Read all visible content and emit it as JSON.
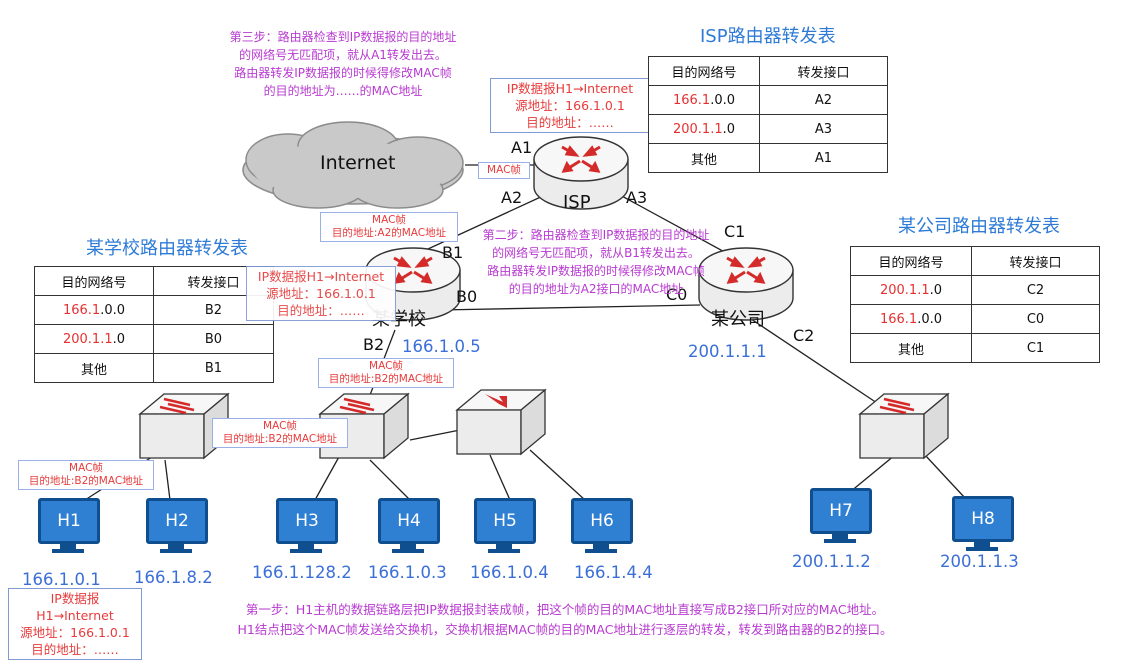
{
  "step3": {
    "line1": "第三步：路由器检查到IP数据报的目的地址",
    "line2": "的网络号无匹配项，就从A1转发出去。",
    "line3": "路由器转发IP数据报的时候得修改MAC帧",
    "line4": "的目的地址为……的MAC地址"
  },
  "step2": {
    "line1": "第二步：路由器检查到IP数据报的目的地址",
    "line2": "的网络号无匹配项，就从B1转发出去。",
    "line3": "路由器转发IP数据报的时候得修改MAC帧",
    "line4": "的目的地址为A2接口的MAC地址"
  },
  "step1": {
    "line1": "第一步：H1主机的数据链路层把IP数据报封装成帧，把这个帧的目的MAC地址直接写成B2接口所对应的MAC地址。",
    "line2": "H1结点把这个MAC帧发送给交换机，交换机根据MAC帧的目的MAC地址进行逐层的转发，转发到路由器的B2的接口。"
  },
  "isp_table": {
    "title": "ISP路由器转发表",
    "headers": [
      "目的网络号",
      "转发接口"
    ],
    "rows": [
      {
        "net_red": "166.1",
        "net_rest": ".0.0",
        "iface": "A2"
      },
      {
        "net_red": "200.1.1",
        "net_rest": ".0",
        "iface": "A3"
      },
      {
        "net_red": "",
        "net_rest": "其他",
        "iface": "A1"
      }
    ]
  },
  "school_table": {
    "title": "某学校路由器转发表",
    "headers": [
      "目的网络号",
      "转发接口"
    ],
    "rows": [
      {
        "net_red": "166.1",
        "net_rest": ".0.0",
        "iface": "B2"
      },
      {
        "net_red": "200.1.1",
        "net_rest": ".0",
        "iface": "B0"
      },
      {
        "net_red": "",
        "net_rest": "其他",
        "iface": "B1"
      }
    ]
  },
  "company_table": {
    "title": "某公司路由器转发表",
    "headers": [
      "目的网络号",
      "转发接口"
    ],
    "rows": [
      {
        "net_red": "200.1.1",
        "net_rest": ".0",
        "iface": "C2"
      },
      {
        "net_red": "166.1",
        "net_rest": ".0.0",
        "iface": "C0"
      },
      {
        "net_red": "",
        "net_rest": "其他",
        "iface": "C1"
      }
    ]
  },
  "internet_label": "Internet",
  "routers": {
    "isp": "ISP",
    "school": "某学校",
    "company": "某公司"
  },
  "ports": {
    "a1": "A1",
    "a2": "A2",
    "a3": "A3",
    "b0": "B0",
    "b1": "B1",
    "b2": "B2",
    "c0": "C0",
    "c1": "C1",
    "c2": "C2"
  },
  "router_ips": {
    "school": "166.1.0.5",
    "company": "200.1.1.1"
  },
  "packet_isp": {
    "line1": "IP数据报H1→Internet",
    "line2": "源地址：166.1.0.1",
    "line3": "目的地址：……"
  },
  "packet_school": {
    "line1": "IP数据报H1→Internet",
    "line2": "源地址：166.1.0.1",
    "line3": "目的地址：……"
  },
  "packet_h1": {
    "line1": "IP数据报H1→Internet",
    "line2": "源地址：166.1.0.1",
    "line3": "目的地址：……"
  },
  "frames": {
    "internet": "MAC帧",
    "a2": {
      "line1": "MAC帧",
      "line2": "目的地址:A2的MAC地址"
    },
    "b2_router": {
      "line1": "MAC帧",
      "line2": "目的地址:B2的MAC地址"
    },
    "b2_switch": {
      "line1": "MAC帧",
      "line2": "目的地址:B2的MAC地址"
    },
    "b2_h1": {
      "line1": "MAC帧",
      "line2": "目的地址:B2的MAC地址"
    }
  },
  "hosts": [
    {
      "name": "H1",
      "ip": "166.1.0.1"
    },
    {
      "name": "H2",
      "ip": "166.1.8.2"
    },
    {
      "name": "H3",
      "ip": "166.1.128.2"
    },
    {
      "name": "H4",
      "ip": "166.1.0.3"
    },
    {
      "name": "H5",
      "ip": "166.1.0.4"
    },
    {
      "name": "H6",
      "ip": "166.1.4.4"
    },
    {
      "name": "H7",
      "ip": "200.1.1.2"
    },
    {
      "name": "H8",
      "ip": "200.1.1.3"
    }
  ],
  "colors": {
    "step_text": "#b83ad1",
    "title_blue": "#2e7bd6",
    "ip_blue": "#3b6fd8",
    "red": "#e63030",
    "host_screen": "#2f7fd2",
    "router_arrows": "#d42a2a"
  }
}
